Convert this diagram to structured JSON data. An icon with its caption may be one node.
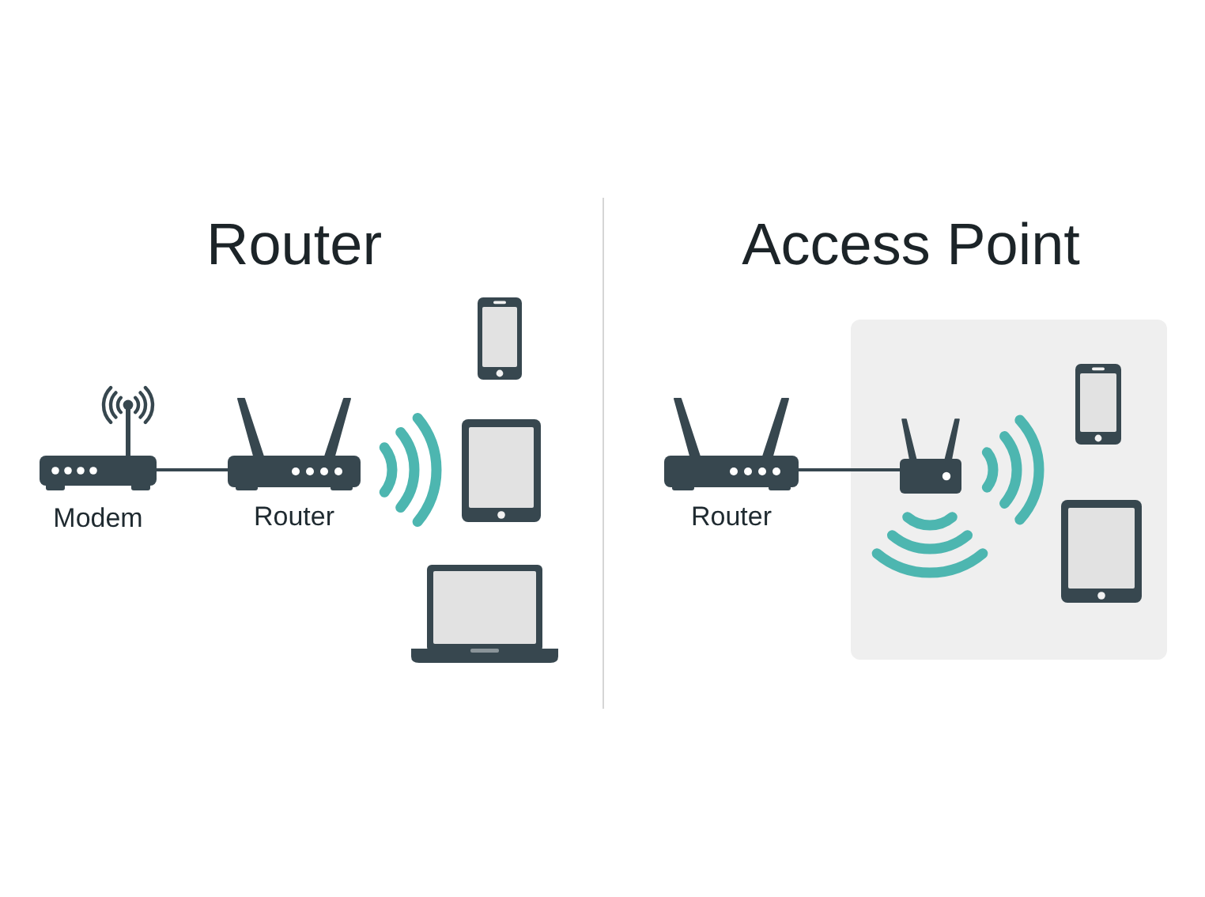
{
  "diagram": {
    "nodes": [
      {
        "text": [
          "Modem"
        ]
      },
      {
        "text": [
          "Router"
        ]
      },
      {
        "text": [],
        "shape": "picture"
      },
      {
        "text": [],
        "shape": "picture"
      },
      {
        "text": [],
        "shape": "picture"
      },
      {
        "text": [
          "Router"
        ]
      },
      {
        "text": [],
        "shape": "box"
      },
      {
        "text": [],
        "shape": "picture",
        "in": 6
      },
      {
        "text": [],
        "shape": "picture",
        "in": 6
      },
      {
        "text": [],
        "shape": "picture",
        "in": 6
      }
    ],
    "edges": [
      {
        "from": 0,
        "to": 1,
        "arrow": "none"
      },
      {
        "from": 5,
        "to": 7,
        "arrow": "none"
      }
    ],
    "labels": [
      "Router",
      "Access Point"
    ]
  }
}
